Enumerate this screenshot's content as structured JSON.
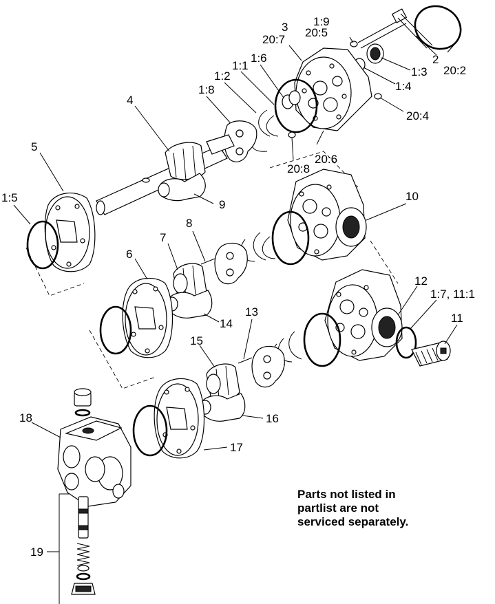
{
  "callouts": {
    "c_1_9": "1:9",
    "c_20_5": "20:5",
    "c_3": "3",
    "c_20_7": "20:7",
    "c_2": "2",
    "c_20_2": "20:2",
    "c_1_3": "1:3",
    "c_1_4": "1:4",
    "c_1_6": "1:6",
    "c_1_1": "1:1",
    "c_1_2": "1:2",
    "c_1_8": "1:8",
    "c_4": "4",
    "c_20_4": "20:4",
    "c_20_6": "20:6",
    "c_20_8": "20:8",
    "c_5": "5",
    "c_1_5": "1:5",
    "c_9": "9",
    "c_10": "10",
    "c_8": "8",
    "c_7": "7",
    "c_6": "6",
    "c_12": "12",
    "c_1_7_11_1": "1:7, 11:1",
    "c_11": "11",
    "c_13": "13",
    "c_14": "14",
    "c_15": "15",
    "c_16": "16",
    "c_17": "17",
    "c_18": "18",
    "c_19": "19"
  },
  "note": {
    "line1": "Parts not listed in",
    "line2": "partlist are not",
    "line3": "serviced separately."
  }
}
